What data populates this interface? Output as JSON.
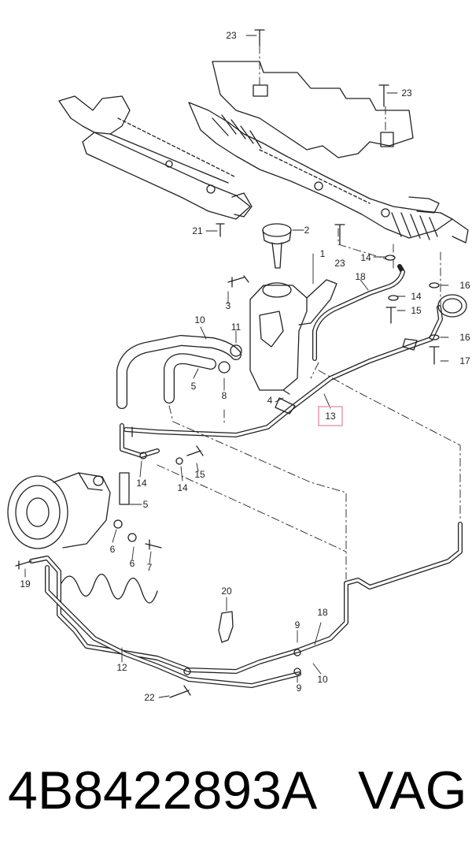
{
  "caption": {
    "part_number": "4B8422893A",
    "brand": "VAG"
  },
  "highlight_color": "#e8a3b0",
  "callouts": [
    {
      "id": "c-23a",
      "text": "23"
    },
    {
      "id": "c-23b",
      "text": "23"
    },
    {
      "id": "c-23c",
      "text": "23"
    },
    {
      "id": "c-21",
      "text": "21"
    },
    {
      "id": "c-2",
      "text": "2"
    },
    {
      "id": "c-1",
      "text": "1"
    },
    {
      "id": "c-3",
      "text": "3"
    },
    {
      "id": "c-18a",
      "text": "18"
    },
    {
      "id": "c-14a",
      "text": "14"
    },
    {
      "id": "c-14b",
      "text": "14"
    },
    {
      "id": "c-15a",
      "text": "15"
    },
    {
      "id": "c-16a",
      "text": "16"
    },
    {
      "id": "c-16b",
      "text": "16"
    },
    {
      "id": "c-17",
      "text": "17"
    },
    {
      "id": "c-10a",
      "text": "10"
    },
    {
      "id": "c-11",
      "text": "11"
    },
    {
      "id": "c-5a",
      "text": "5"
    },
    {
      "id": "c-8",
      "text": "8"
    },
    {
      "id": "c-4",
      "text": "4"
    },
    {
      "id": "c-13",
      "text": "13"
    },
    {
      "id": "c-14c",
      "text": "14"
    },
    {
      "id": "c-14d",
      "text": "14"
    },
    {
      "id": "c-15b",
      "text": "15"
    },
    {
      "id": "c-5b",
      "text": "5"
    },
    {
      "id": "c-6a",
      "text": "6"
    },
    {
      "id": "c-6b",
      "text": "6"
    },
    {
      "id": "c-7",
      "text": "7"
    },
    {
      "id": "c-19",
      "text": "19"
    },
    {
      "id": "c-20",
      "text": "20"
    },
    {
      "id": "c-9a",
      "text": "9"
    },
    {
      "id": "c-9b",
      "text": "9"
    },
    {
      "id": "c-18b",
      "text": "18"
    },
    {
      "id": "c-10b",
      "text": "10"
    },
    {
      "id": "c-12",
      "text": "12"
    },
    {
      "id": "c-22",
      "text": "22"
    }
  ]
}
